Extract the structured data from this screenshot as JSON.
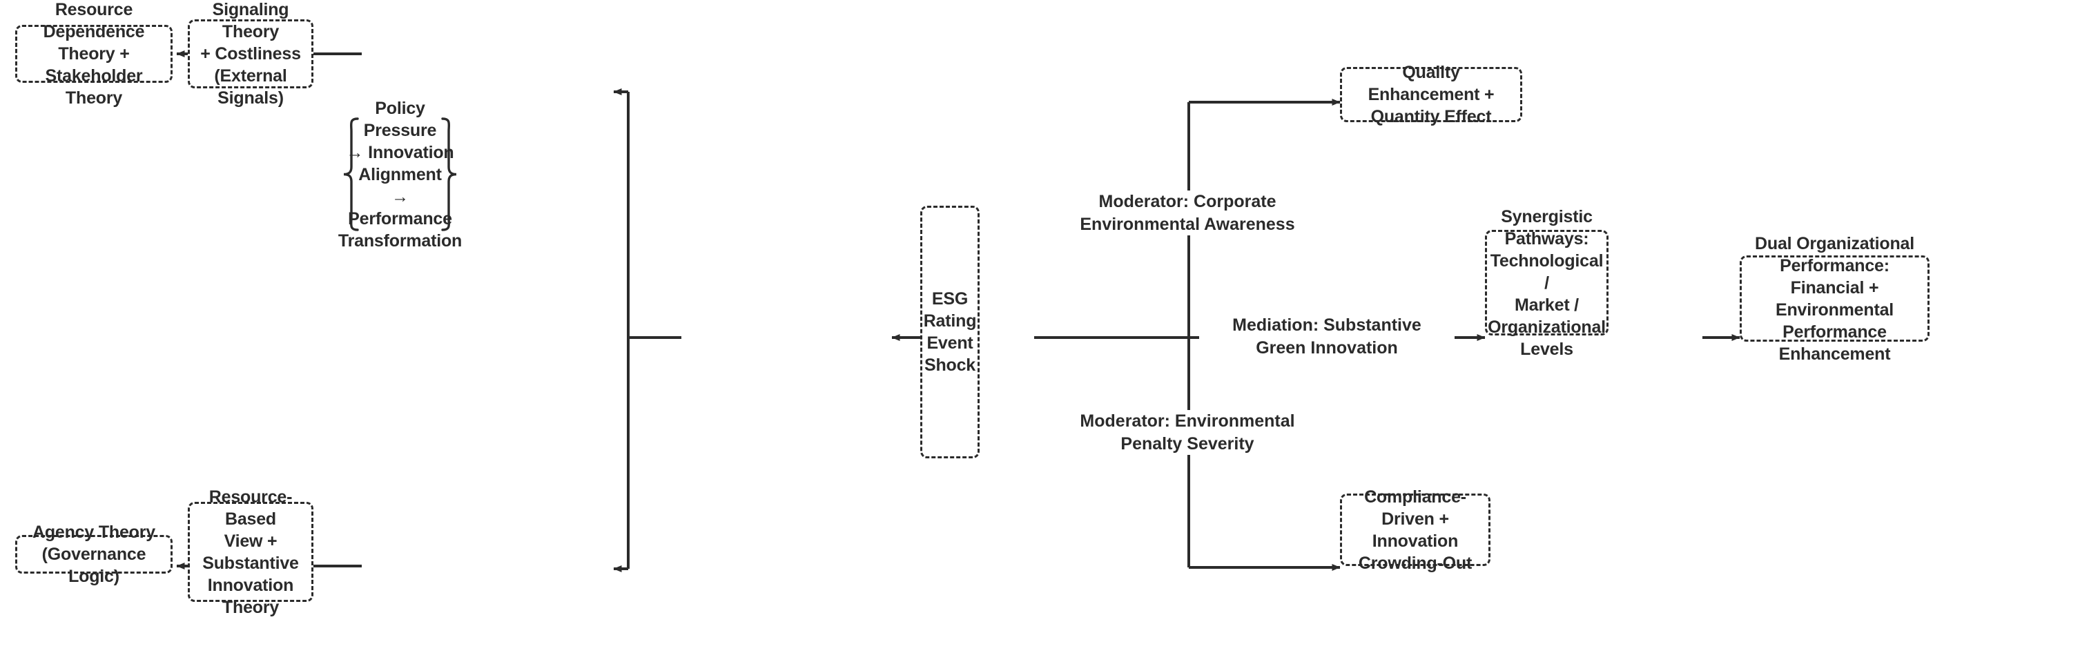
{
  "diagram": {
    "title": "ESG Rating Event Shock conceptual framework",
    "background_color": "#ffffff",
    "stroke_color": "#2b2b2b",
    "text_color": "#2b2b2b"
  },
  "nodes": {
    "resource_dependence": {
      "label": "Resource Dependence\nTheory + Stakeholder\nTheory",
      "style": "dashed"
    },
    "signaling_theory": {
      "label": "Signaling Theory\n+ Costliness\n(External Signals)",
      "style": "dashed"
    },
    "policy_pressure": {
      "label": "Policy Pressure\n→ Innovation\nAlignment\n→ Performance\nTransformation",
      "style": "brace"
    },
    "esg_shock": {
      "label": "ESG\nRating\nEvent\nShock",
      "style": "dashed"
    },
    "quality_enhancement": {
      "label": "Quality\nEnhancement +\nQuantity Effect",
      "style": "dashed"
    },
    "synergistic_pathways": {
      "label": "Synergistic\nPathways:\nTechnological /\nMarket /\nOrganizational\nLevels",
      "style": "dashed"
    },
    "dual_performance": {
      "label": "Dual Organizational\nPerformance: Financial +\nEnvironmental\nPerformance\nEnhancement",
      "style": "dashed"
    },
    "compliance_driven": {
      "label": "Compliance-\nDriven +\nInnovation\nCrowding-Out",
      "style": "dashed"
    },
    "agency_theory": {
      "label": "Agency Theory\n(Governance Logic)",
      "style": "dashed"
    },
    "resource_based_view": {
      "label": "Resource-Based\nView +\nSubstantive\nInnovation\nTheory",
      "style": "dashed"
    }
  },
  "edge_labels": {
    "moderator_awareness": "Moderator: Corporate\nEnvironmental Awareness",
    "mediation_green_innovation": "Mediation: Substantive\nGreen Innovation",
    "moderator_penalty": "Moderator: Environmental\nPenalty Severity"
  },
  "edges": [
    {
      "from": "signaling_theory",
      "to": "resource_dependence",
      "arrow": "left"
    },
    {
      "from": "trunk",
      "to": "signaling_theory",
      "arrow": "left"
    },
    {
      "from": "trunk",
      "to": "resource_based_view",
      "arrow": "left"
    },
    {
      "from": "resource_based_view",
      "to": "agency_theory",
      "arrow": "left"
    },
    {
      "from": "policy_pressure",
      "to": "trunk",
      "arrow": "none"
    },
    {
      "from": "esg_shock",
      "to": "policy_pressure",
      "arrow": "left"
    },
    {
      "from": "esg_shock",
      "to": "quality_enhancement",
      "arrow": "right"
    },
    {
      "from": "esg_shock",
      "to": "synergistic_pathways",
      "arrow": "right"
    },
    {
      "from": "esg_shock",
      "to": "compliance_driven",
      "arrow": "right"
    },
    {
      "from": "synergistic_pathways",
      "to": "dual_performance",
      "arrow": "right"
    }
  ]
}
